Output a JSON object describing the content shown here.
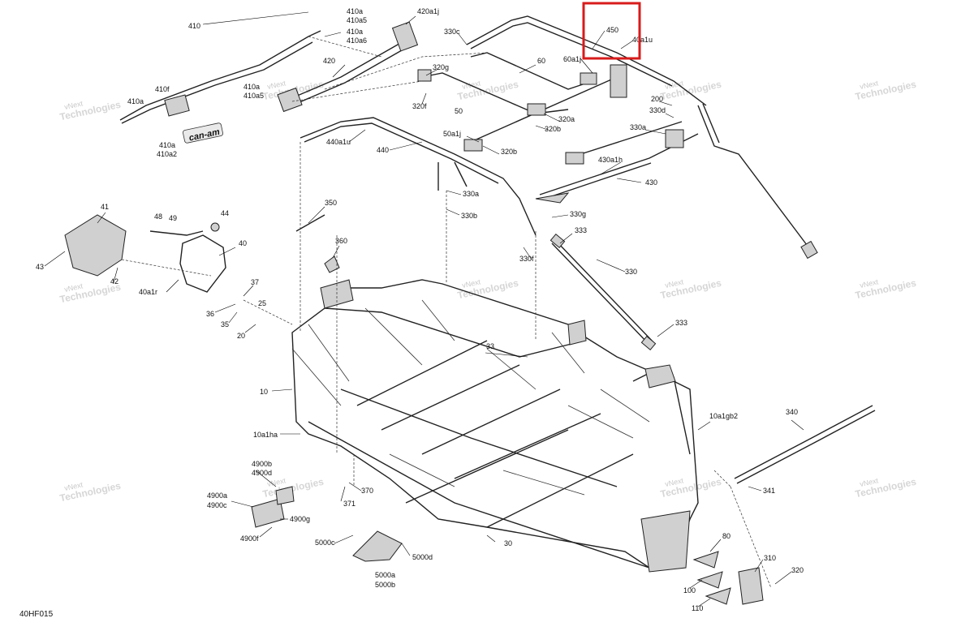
{
  "drawing_code": "40HF015",
  "watermark": {
    "line1": "vNext",
    "line2": "Technologies",
    "line3": "Technologies"
  },
  "logo_text": "can-am",
  "highlight_color": "#d81b1b",
  "labels": {
    "l410": "410",
    "l410a": "410a",
    "l410a5": "410a5",
    "l410a6": "410a6",
    "l410a_top": "410a",
    "l410a5_b": "410a5",
    "l410a_mid": "410a",
    "l410f": "410f",
    "l410a_left": "410a",
    "l410a_logo": "410a",
    "l410a2": "410a2",
    "l420a1j": "420a1j",
    "l420": "420",
    "l330c": "330c",
    "l450": "450",
    "l40a1u": "40a1u",
    "l60": "60",
    "l60a1j": "60a1j",
    "l320g": "320g",
    "l320f": "320f",
    "l50": "50",
    "l200": "200",
    "l330d": "330d",
    "l320a": "320a",
    "l320b_top": "320b",
    "l330a_right": "330a",
    "l50a1j": "50a1j",
    "l320b": "320b",
    "l440a1u": "440a1u",
    "l440": "440",
    "l430a1h": "430a1h",
    "l430": "430",
    "l330a": "330a",
    "l330b": "330b",
    "l330g": "330g",
    "l333_top": "333",
    "l330f": "330f",
    "l330": "330",
    "l333_bot": "333",
    "l350": "350",
    "l360": "360",
    "l41": "41",
    "l48": "48",
    "l49": "49",
    "l44": "44",
    "l40": "40",
    "l43": "43",
    "l42": "42",
    "l40a1r": "40a1r",
    "l37": "37",
    "l36": "36",
    "l25": "25",
    "l35": "35",
    "l20": "20",
    "l33": "33",
    "l10": "10",
    "l10a1ha": "10a1ha",
    "l10a1gb2": "10a1gb2",
    "l340": "340",
    "l341": "341",
    "l4900b": "4900b",
    "l4900d": "4900d",
    "l4900a": "4900a",
    "l4900c": "4900c",
    "l4900g": "4900g",
    "l4900f": "4900f",
    "l370": "370",
    "l371": "371",
    "l5000c": "5000c",
    "l5000d": "5000d",
    "l5000a": "5000a",
    "l5000b": "5000b",
    "l30": "30",
    "l80": "80",
    "l310": "310",
    "l320": "320",
    "l100": "100",
    "l110": "110"
  }
}
